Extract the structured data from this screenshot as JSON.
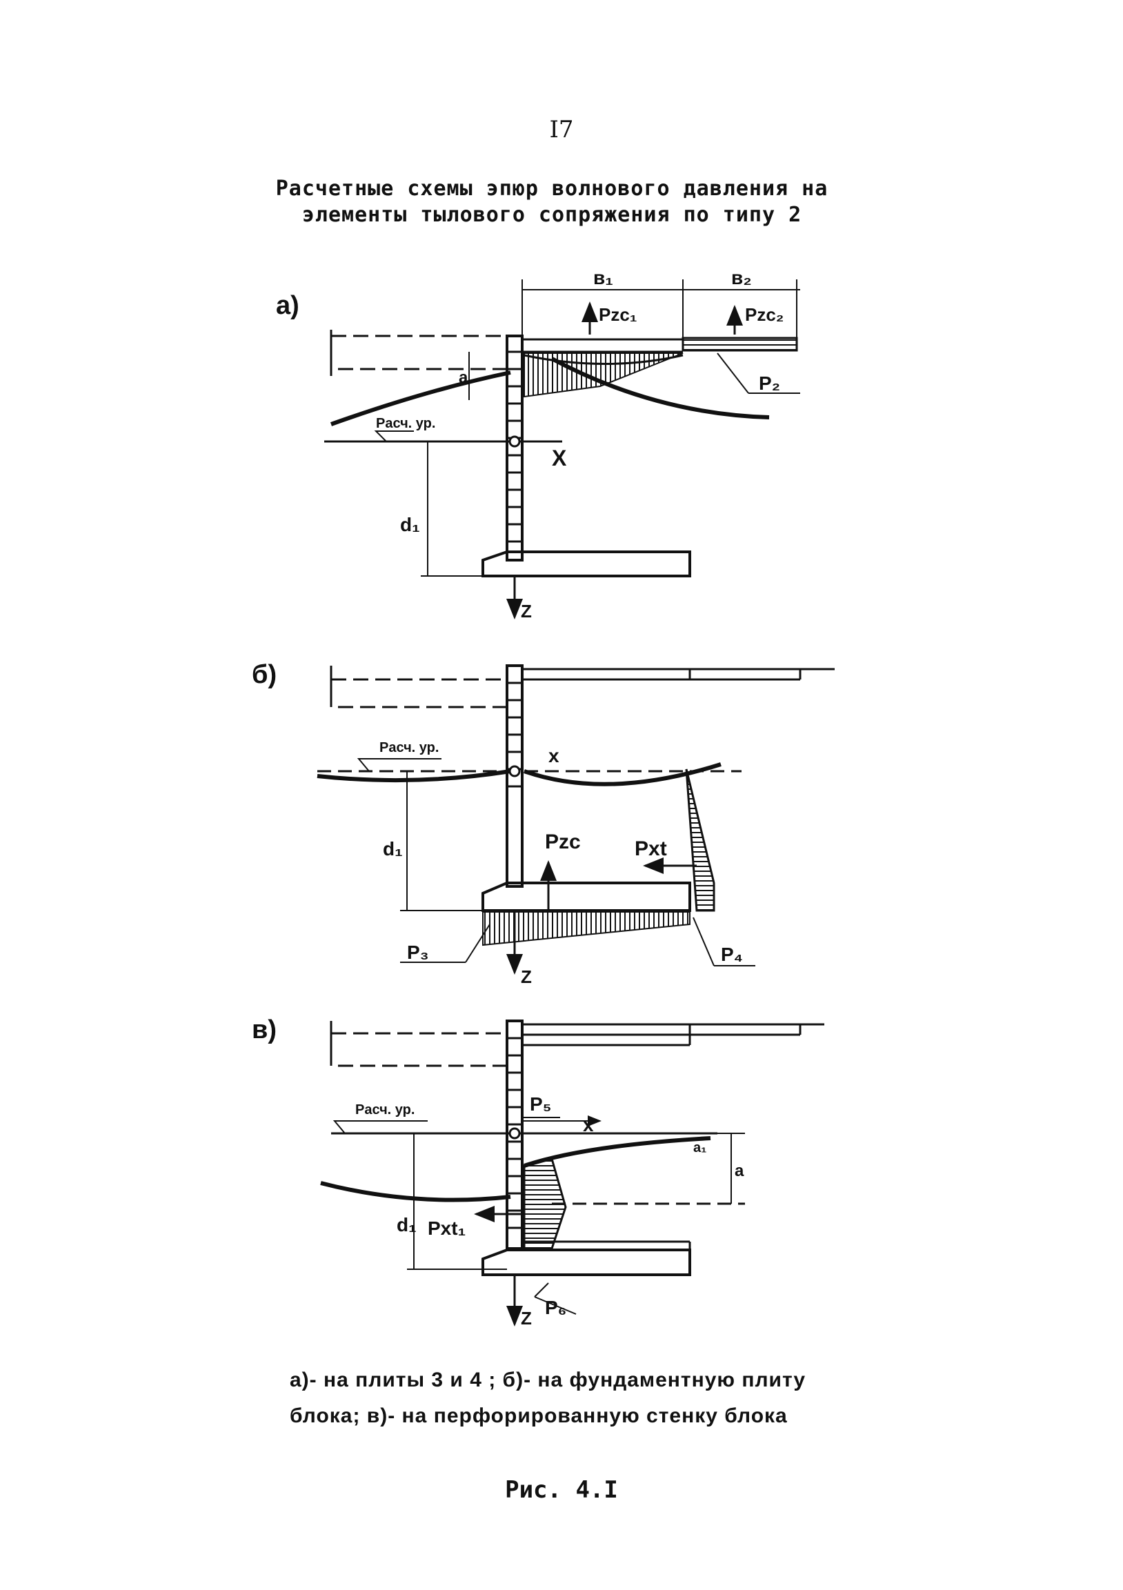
{
  "page_number": "I7",
  "title": {
    "line1": "Расчетные схемы эпюр волнового давления на",
    "line2": "элементы тылового сопряжения по типу 2"
  },
  "panels": {
    "a": {
      "tag": "а)",
      "labels": {
        "b_left": "в₁",
        "b_right": "в₂",
        "p_zc1": "Pzc₁",
        "p_zc2": "Pzc₂",
        "p2": "P₂",
        "a": "a",
        "p_level": "Pасч. ур.",
        "x_axis": "X",
        "d1": "d₁",
        "z_axis": "Z"
      }
    },
    "b": {
      "tag": "б)",
      "labels": {
        "p_level": "Pасч. ур.",
        "x_axis": "x",
        "d1": "d₁",
        "p_zc": "Pzc",
        "p_xt": "Pxt",
        "p3": "P₃",
        "p4": "P₄",
        "z_axis": "Z"
      }
    },
    "c": {
      "tag": "в)",
      "labels": {
        "p_level": "Pасч. ур.",
        "p5": "P₅",
        "x_axis": "x",
        "a": "a",
        "a1": "a₁",
        "d1": "d₁",
        "p_xt1": "Pxt₁",
        "p6": "P₆",
        "z_axis": "Z"
      }
    }
  },
  "caption": {
    "line1": "а)- на плиты 3 и 4 ;   б)- на фундаментную плиту",
    "line2": "блока;   в)- на перфорированную стенку блока"
  },
  "figure_label": "Рис. 4.I"
}
